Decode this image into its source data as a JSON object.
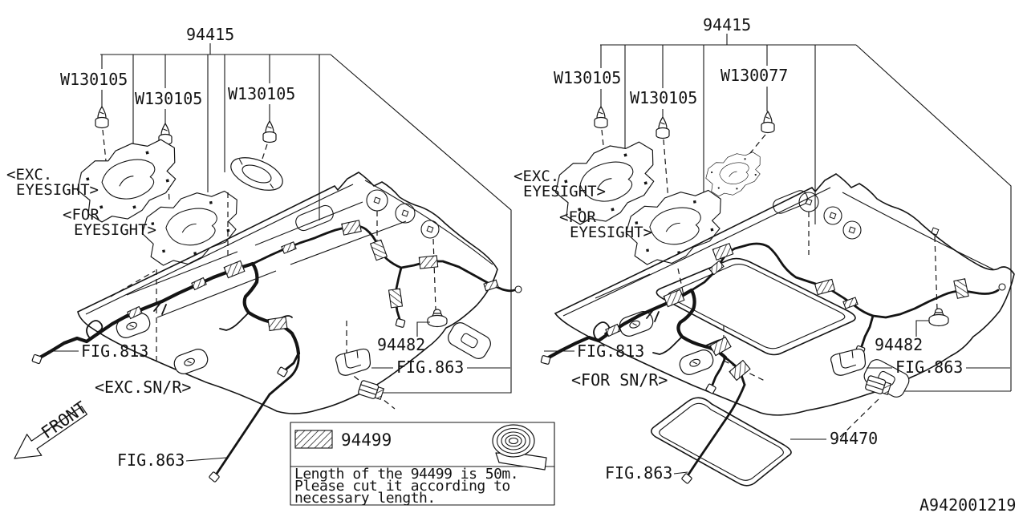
{
  "colors": {
    "ink": "#141414",
    "background": "#ffffff"
  },
  "drawing_number": "A942001219",
  "front_arrow": {
    "label": "FRONT"
  },
  "note_box": {
    "part_number": "94499",
    "line1": "Length of the 94499 is 50m.",
    "line2": "Please cut it according to",
    "line3": "necessary length."
  },
  "left_view": {
    "assembly": "94415",
    "clip_a": "W130105",
    "clip_b": "W130105",
    "clip_c": "W130105",
    "exc_eyesight_line1": "<EXC.",
    "exc_eyesight_line2": "EYESIGHT>",
    "for_eyesight_line1": "<FOR",
    "for_eyesight_line2": "EYESIGHT>",
    "fig_front_rail": "FIG.813",
    "variant": "<EXC.SN/R>",
    "fig_drop": "FIG.863",
    "grommet": "94482",
    "fig_side": "FIG.863"
  },
  "right_view": {
    "assembly": "94415",
    "clip_a": "W130105",
    "clip_b": "W130105",
    "clip_c": "W130077",
    "exc_eyesight_line1": "<EXC.",
    "exc_eyesight_line2": "EYESIGHT>",
    "for_eyesight_line1": "<FOR",
    "for_eyesight_line2": "EYESIGHT>",
    "fig_front_rail": "FIG.813",
    "variant": "<FOR SN/R>",
    "fig_drop": "FIG.863",
    "grommet": "94482",
    "fig_side": "FIG.863",
    "sunroof_trim": "94470"
  }
}
